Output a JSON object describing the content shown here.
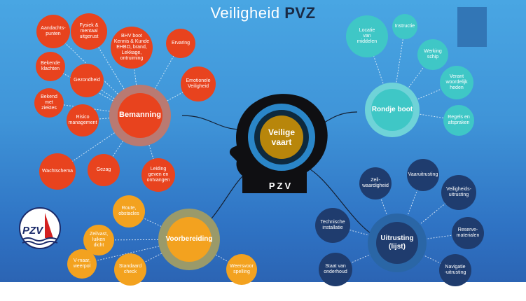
{
  "title": {
    "main": "Veiligheid",
    "accent": "PVZ"
  },
  "colors": {
    "crew": "#e8431e",
    "crew_ring": "#b97a72",
    "tour": "#3fc7c6",
    "tour_ring": "#6fd3d8",
    "prep": "#f3a21f",
    "prep_ring": "#9a9a6a",
    "equip": "#1f3c6e",
    "equip_ring": "#2a66a6",
    "head": "#0f0f12",
    "center": "#b8860b"
  },
  "center": {
    "label": "Veilige\nvaart",
    "brand": "PZV"
  },
  "logo": {
    "text": "PZV"
  },
  "hubs": {
    "crew": "Bemanning",
    "tour": "Rondje boot",
    "prep": "Voorbereiding",
    "equip": "Uitrusting\n(lijst)"
  },
  "crew_items": [
    "Aandachts-\npunten",
    "Fysiek &\nmentaal\nuitgerust",
    "BHV boot\nKennis & Kunde\nEHBO, brand,\nLekkage,\nontruiming",
    "Ervaring",
    "Bekende\nklachten",
    "Gezondheid",
    "Emotionele\nVeiligheid",
    "Bekend\nmet\nziektes",
    "Risico\nmanagement",
    "Wachtschema",
    "Gezag",
    "Leiding\ngeven en\nontvangen"
  ],
  "tour_items": [
    "Locatie\nvan\nmiddelen",
    "Instructie",
    "Werking\nschip",
    "Verant\nwoordelijk\nheden",
    "Regels en\nafspraken"
  ],
  "prep_items": [
    "Route,\nobstacles",
    "Zeilvast,\nluiken\ndicht",
    "V-maar,\nweerpol",
    "Standaard\ncheck",
    "Weersvoor\nspelling"
  ],
  "equip_items": [
    "Zeil-\nwaardigheid",
    "Vaaruitrusting",
    "Veiligheids-\nuitrusting",
    "Technische\ninstallatie",
    "Reserve-\nmaterialen",
    "Staat van\nonderhoud",
    "Navigatie\n-uitrusting"
  ]
}
